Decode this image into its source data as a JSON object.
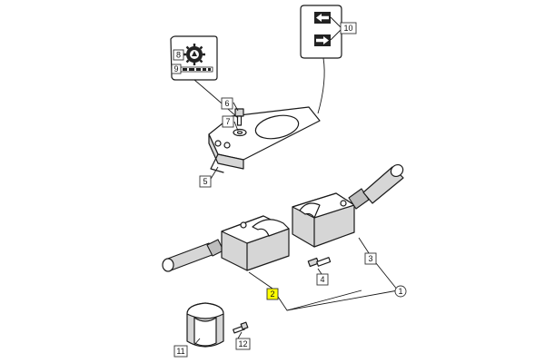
{
  "callouts": {
    "c1": "1",
    "c2": "2",
    "c3": "3",
    "c4": "4",
    "c5": "5",
    "c6": "6",
    "c7": "7",
    "c8": "8",
    "c9": "9",
    "c10": "10",
    "c11": "11",
    "c12": "12"
  },
  "highlight_color": "#ffff00",
  "icons": {
    "decal_symbol_8": "gear-warning-icon",
    "decal_symbol_9": "operation-strip-icon",
    "decal_arrow_left": "arrow-left-icon",
    "decal_arrow_right": "arrow-right-icon"
  }
}
